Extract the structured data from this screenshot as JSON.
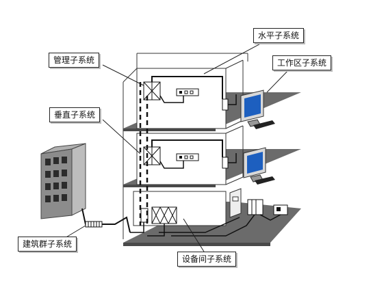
{
  "labels": {
    "horizontal": "水平子系统",
    "management": "管理子系统",
    "work_area": "工作区子系统",
    "vertical": "垂直子系统",
    "campus": "建筑群子系统",
    "equipment_room": "设备间子系统"
  },
  "colors": {
    "floor": "#6b6b6b",
    "floor_dark": "#4a4a4a",
    "building": "#8c8c8c",
    "window": "#2b2b2b",
    "monitor_screen": "#1d5fbf",
    "cable": "#111111"
  },
  "icons": {
    "computer": "computer-icon",
    "building": "office-building-icon",
    "rack": "network-rack-icon"
  }
}
